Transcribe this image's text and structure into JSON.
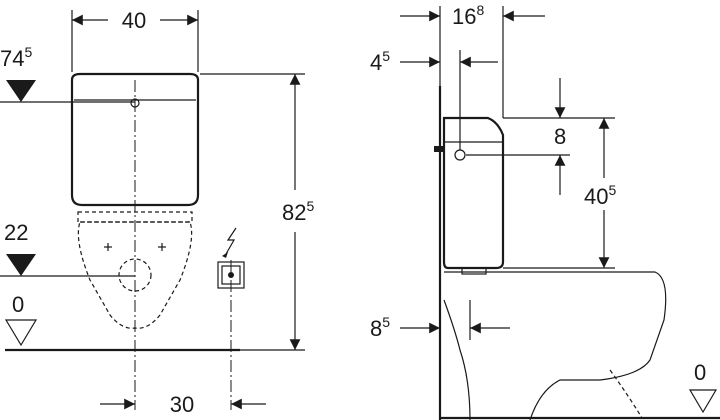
{
  "front_view": {
    "width_label": "40",
    "height_main": "74",
    "height_main_sup": "5",
    "total_height_main": "82",
    "total_height_sup": "5",
    "inlet_height": "22",
    "floor_level": "0",
    "socket_offset": "30"
  },
  "side_view": {
    "depth_main": "16",
    "depth_sup": "8",
    "wall_offset_main": "4",
    "wall_offset_sup": "5",
    "button_drop": "8",
    "cistern_height_main": "40",
    "cistern_height_sup": "5",
    "bottom_offset_main": "8",
    "bottom_offset_sup": "5",
    "floor_level": "0"
  }
}
